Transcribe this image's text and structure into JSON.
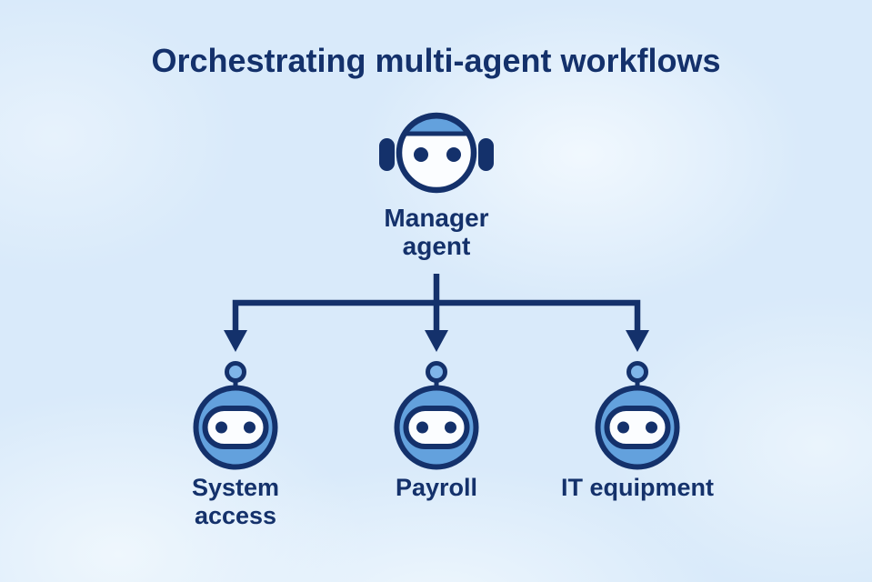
{
  "title": "Orchestrating multi-agent workflows",
  "manager": {
    "label": "Manager\nagent",
    "icon": "manager-agent-icon"
  },
  "agents": [
    {
      "label": "System\naccess",
      "icon": "robot-agent-icon"
    },
    {
      "label": "Payroll",
      "icon": "robot-agent-icon"
    },
    {
      "label": "IT equipment",
      "icon": "robot-agent-icon"
    }
  ],
  "colors": {
    "navy": "#14316b",
    "agent_blue": "#63a1dd",
    "antenna_blue": "#7fb5e9",
    "face_white": "#fbfdff",
    "background": "#d9eafa"
  }
}
